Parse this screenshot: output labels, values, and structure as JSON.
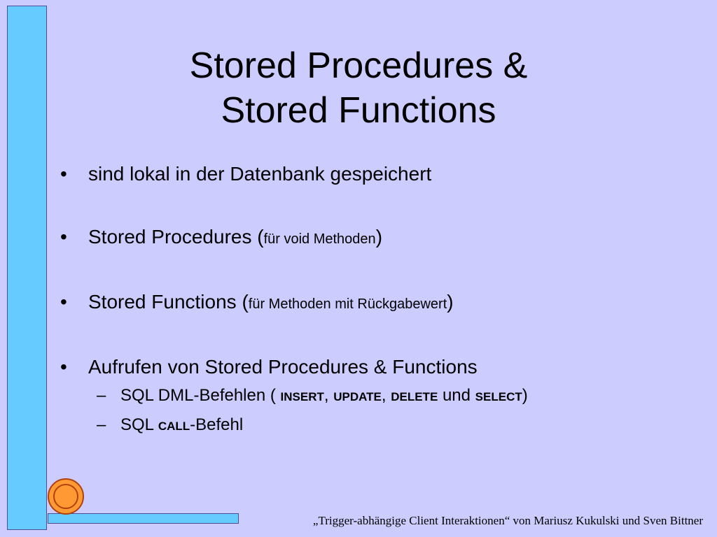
{
  "slide": {
    "title_line1": "Stored Procedures &",
    "title_line2": "Stored Functions",
    "bullets": [
      {
        "text": "sind lokal in der Datenbank gespeichert"
      },
      {
        "text": "Stored Procedures (",
        "note": "für void Methoden",
        "close": ")"
      },
      {
        "text": "Stored Functions (",
        "note": "für Methoden mit Rückgabewert",
        "close": ")"
      },
      {
        "text": "Aufrufen von Stored Procedures & Functions",
        "subitems": [
          {
            "prefix": "SQL DML-Befehlen ( ",
            "kw1": "INSERT",
            "sep1": ", ",
            "kw2": "UPDATE",
            "sep2": ", ",
            "kw3": "DELETE",
            "sep3": " und ",
            "kw4": "SELECT",
            "suffix": ")"
          },
          {
            "prefix": "SQL ",
            "kw1": "CALL",
            "suffix": "-Befehl"
          }
        ]
      }
    ],
    "bullet_glyph": "•",
    "dash_glyph": "–",
    "footer": "„Trigger-abhängige Client Interaktionen“ von Mariusz Kukulski und Sven Bittner"
  },
  "colors": {
    "background": "#ccccff",
    "bar": "#66ccff",
    "circle": "#ff9933"
  }
}
